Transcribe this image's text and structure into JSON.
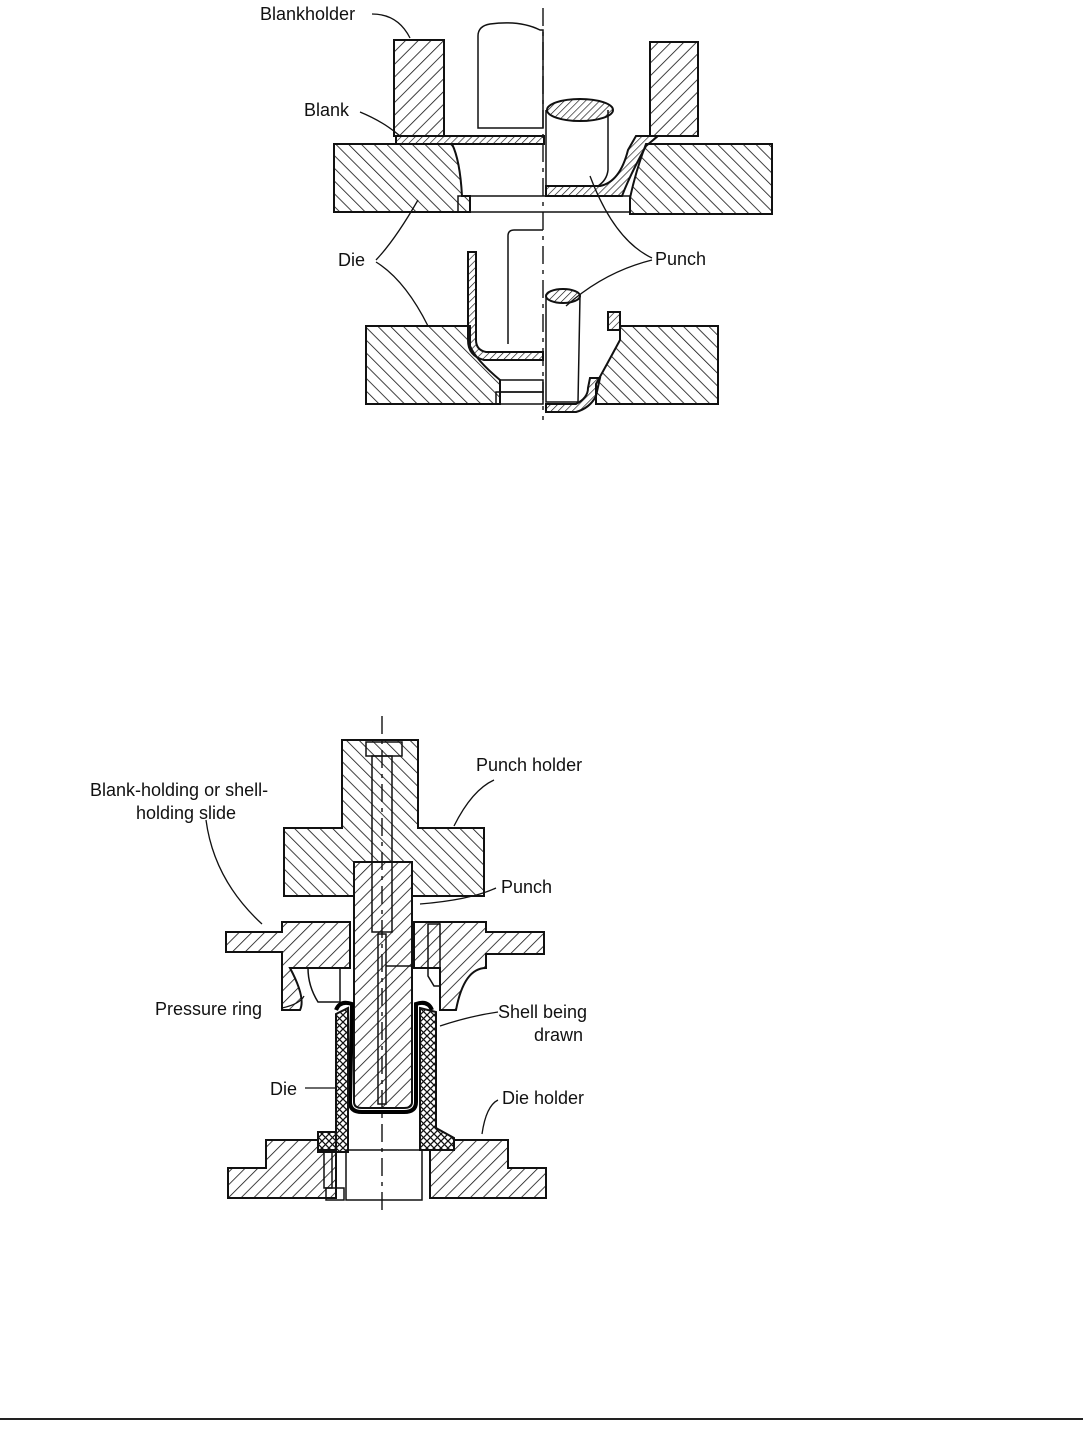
{
  "figure_top": {
    "labels": {
      "blankholder": "Blankholder",
      "blank": "Blank",
      "die": "Die",
      "punch": "Punch"
    }
  },
  "figure_bottom": {
    "labels": {
      "punch_holder": "Punch holder",
      "slide_line1": "Blank-holding or shell-",
      "slide_line2": "holding slide",
      "punch": "Punch",
      "pressure_ring": "Pressure ring",
      "shell_line1": "Shell being",
      "shell_line2": "drawn",
      "die": "Die",
      "die_holder": "Die holder"
    }
  }
}
